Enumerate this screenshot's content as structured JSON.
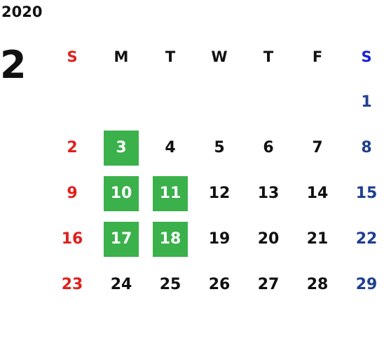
{
  "calendar": {
    "year": "2020",
    "month": "2",
    "weekdays": [
      "S",
      "M",
      "T",
      "W",
      "T",
      "F",
      "S"
    ],
    "weeks": [
      [
        "",
        "",
        "",
        "",
        "",
        "",
        "1"
      ],
      [
        "2",
        "3",
        "4",
        "5",
        "6",
        "7",
        "8"
      ],
      [
        "9",
        "10",
        "11",
        "12",
        "13",
        "14",
        "15"
      ],
      [
        "16",
        "17",
        "18",
        "19",
        "20",
        "21",
        "22"
      ],
      [
        "23",
        "24",
        "25",
        "26",
        "27",
        "28",
        "29"
      ]
    ],
    "highlighted_days": [
      "3",
      "10",
      "11",
      "17",
      "18"
    ]
  },
  "colors": {
    "sunday": "#e0201c",
    "saturday": "#1f3f8f",
    "saturday_header": "#1a21d6",
    "highlight": "#3ab14a",
    "text": "#111111"
  }
}
